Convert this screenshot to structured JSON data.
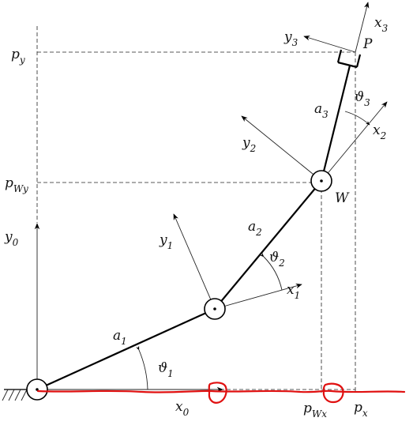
{
  "labels": {
    "py": "p",
    "py_sub": "y",
    "pWy": "p",
    "pWy_sub": "Wy",
    "y0": "y",
    "y0_sub": "0",
    "x0": "x",
    "x0_sub": "0",
    "a1": "a",
    "a1_sub": "1",
    "theta1": "ϑ",
    "theta1_sub": "1",
    "y1": "y",
    "y1_sub": "1",
    "x1": "x",
    "x1_sub": "1",
    "a2": "a",
    "a2_sub": "2",
    "theta2": "ϑ",
    "theta2_sub": "2",
    "y2": "y",
    "y2_sub": "2",
    "x2": "x",
    "x2_sub": "2",
    "W": "W",
    "a3": "a",
    "a3_sub": "3",
    "theta3": "ϑ",
    "theta3_sub": "3",
    "y3": "y",
    "y3_sub": "3",
    "x3": "x",
    "x3_sub": "3",
    "P": "P",
    "pWx": "p",
    "pWx_sub": "Wx",
    "px": "p",
    "px_sub": "x"
  },
  "colors": {
    "ink": "#000000",
    "annotation": "#e01010"
  }
}
